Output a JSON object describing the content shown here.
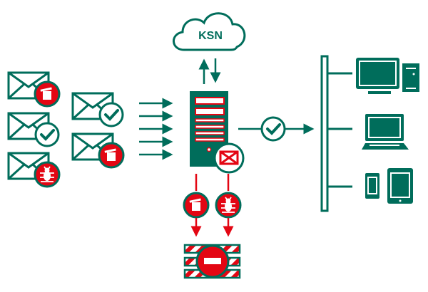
{
  "diagram": {
    "cloud": {
      "label": "KSN"
    },
    "colors": {
      "green": "#006d5b",
      "red": "#e30613",
      "white": "#ffffff"
    },
    "incoming_mail": [
      {
        "status": "trash"
      },
      {
        "status": "clean"
      },
      {
        "status": "malware"
      },
      {
        "status": "clean"
      },
      {
        "status": "trash"
      }
    ],
    "server": {
      "badge": "mail"
    },
    "outgoing_filter": {
      "status": "clean"
    },
    "blocked": [
      {
        "status": "trash"
      },
      {
        "status": "malware"
      }
    ],
    "barrier": {
      "icon": "no-entry"
    },
    "endpoints": [
      {
        "device": "desktop"
      },
      {
        "device": "laptop"
      },
      {
        "device": "mobile-tablet"
      }
    ]
  }
}
